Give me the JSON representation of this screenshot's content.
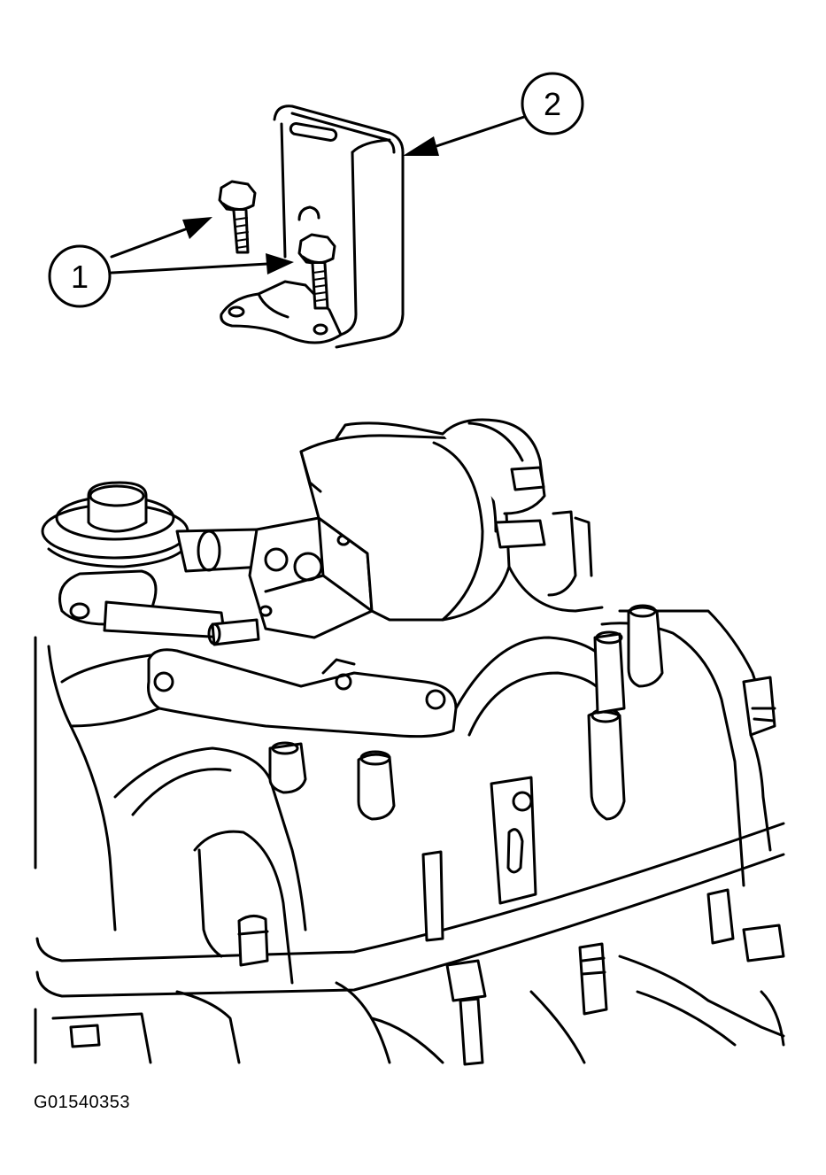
{
  "figure": {
    "code": "G01540353",
    "callouts": [
      {
        "label": "1",
        "icon": "bolt-icon"
      },
      {
        "label": "2",
        "icon": "bracket-icon"
      }
    ]
  }
}
